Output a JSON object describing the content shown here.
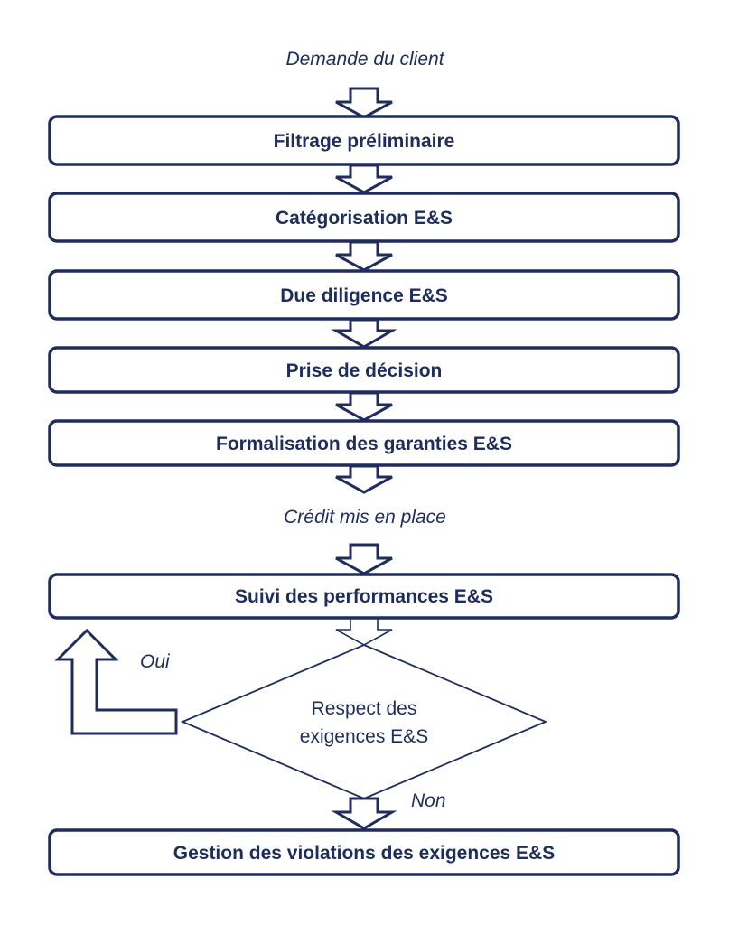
{
  "flow": {
    "start_label": "Demande du client",
    "steps": [
      "Filtrage préliminaire",
      "Catégorisation E&S",
      "Due diligence E&S",
      "Prise de décision",
      "Formalisation des garanties E&S"
    ],
    "milestone_label": "Crédit mis en place",
    "monitoring_step": "Suivi des performances E&S",
    "decision": {
      "line1": "Respect des",
      "line2": "exigences E&S",
      "yes_label": "Oui",
      "no_label": "Non"
    },
    "final_step": "Gestion des violations des exigences E&S"
  },
  "colors": {
    "stroke": "#1f2d5e",
    "fill": "#ffffff"
  }
}
